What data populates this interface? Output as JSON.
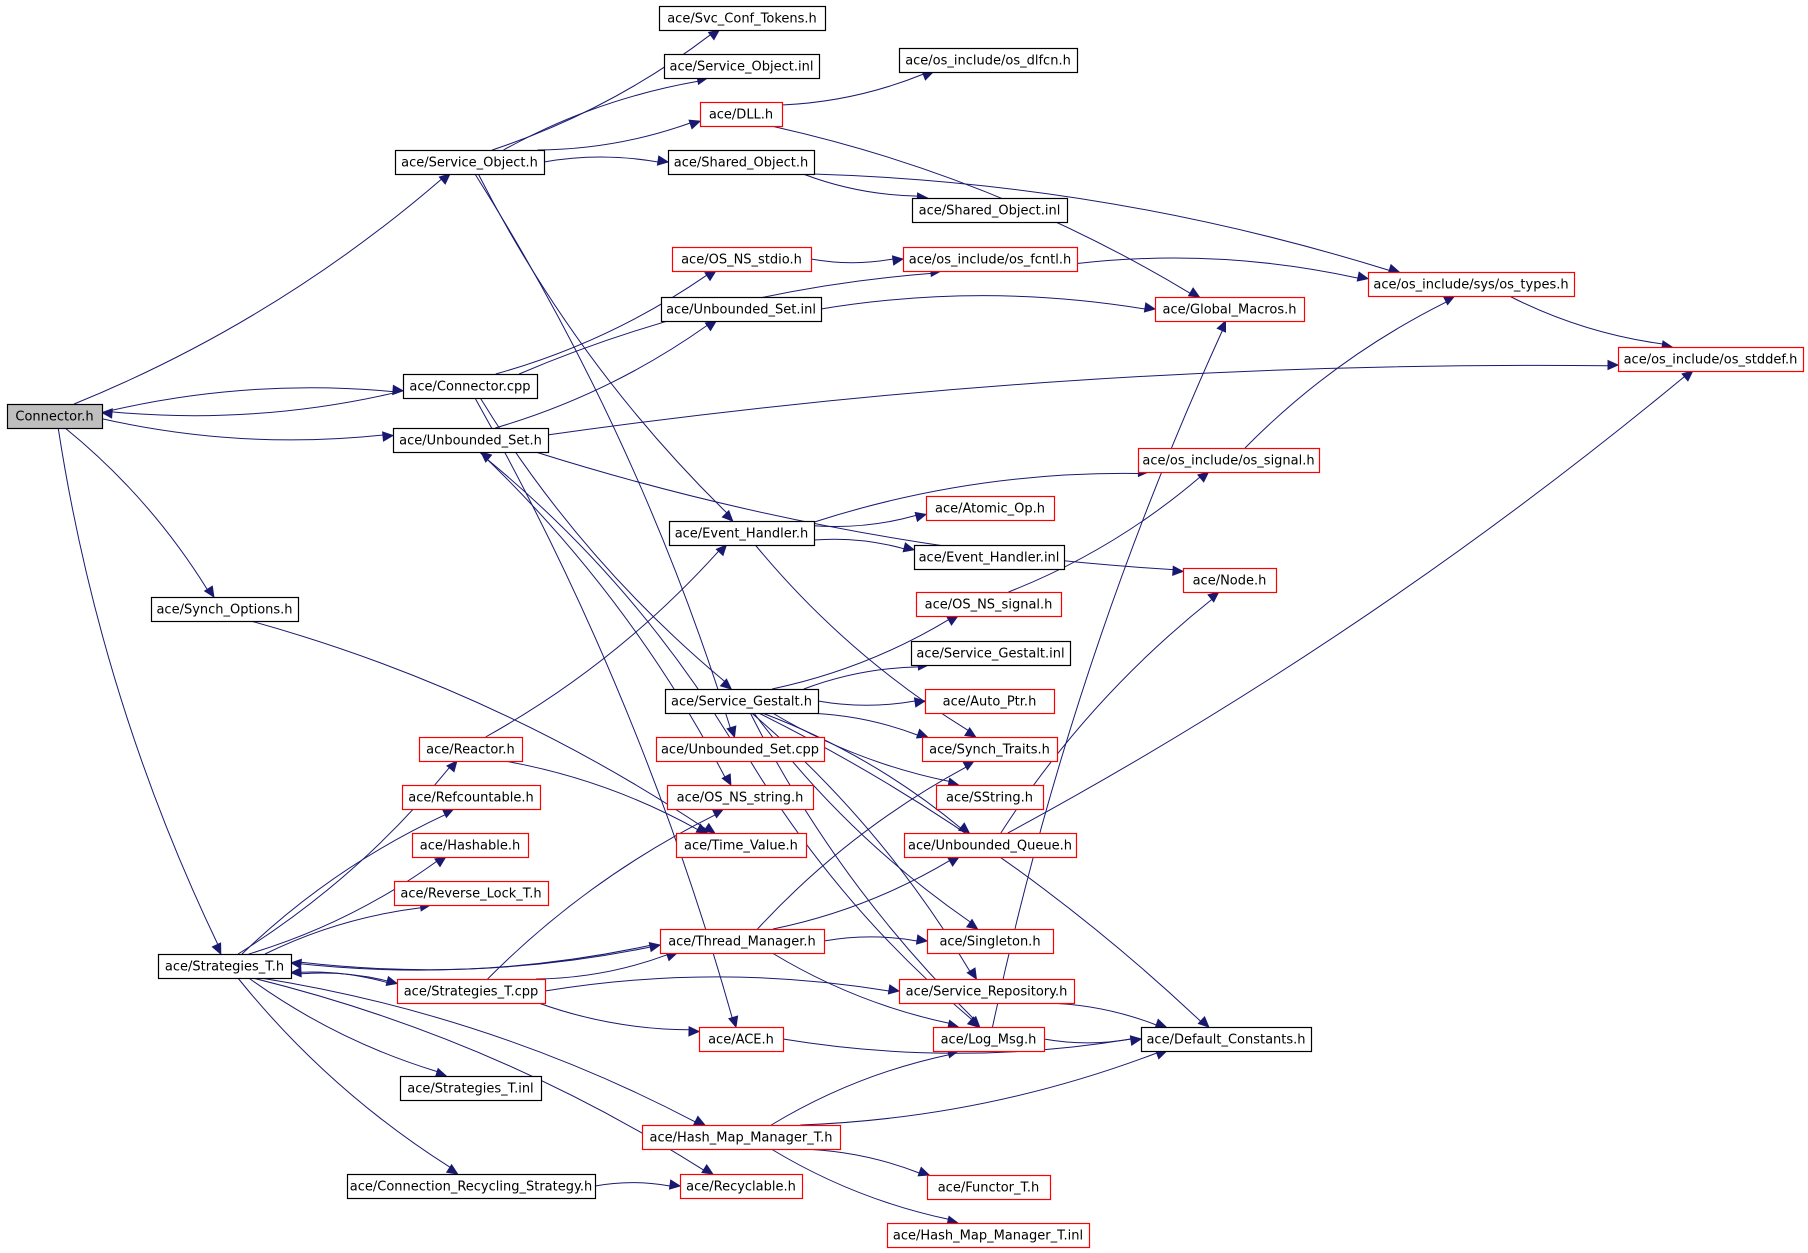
{
  "colors": {
    "edge": "#191970",
    "border_default": "#000000",
    "border_partial": "#ff0000",
    "root_fill": "#bfbfbf",
    "node_fill": "#ffffff"
  },
  "nodes": [
    {
      "id": "connector_h",
      "label": "Connector.h",
      "style": "root"
    },
    {
      "id": "svc_conf_tokens",
      "label": "ace/Svc_Conf_Tokens.h",
      "style": "normal"
    },
    {
      "id": "service_object_inl",
      "label": "ace/Service_Object.inl",
      "style": "normal"
    },
    {
      "id": "os_dlfcn",
      "label": "ace/os_include/os_dlfcn.h",
      "style": "normal"
    },
    {
      "id": "dll_h",
      "label": "ace/DLL.h",
      "style": "red"
    },
    {
      "id": "service_object_h",
      "label": "ace/Service_Object.h",
      "style": "normal"
    },
    {
      "id": "shared_object_h",
      "label": "ace/Shared_Object.h",
      "style": "normal"
    },
    {
      "id": "shared_object_inl",
      "label": "ace/Shared_Object.inl",
      "style": "normal"
    },
    {
      "id": "os_ns_stdio",
      "label": "ace/OS_NS_stdio.h",
      "style": "red"
    },
    {
      "id": "os_fcntl",
      "label": "ace/os_include/os_fcntl.h",
      "style": "red"
    },
    {
      "id": "os_types",
      "label": "ace/os_include/sys/os_types.h",
      "style": "red"
    },
    {
      "id": "unbounded_set_inl",
      "label": "ace/Unbounded_Set.inl",
      "style": "normal"
    },
    {
      "id": "global_macros",
      "label": "ace/Global_Macros.h",
      "style": "red"
    },
    {
      "id": "os_stddef",
      "label": "ace/os_include/os_stddef.h",
      "style": "red"
    },
    {
      "id": "connector_cpp",
      "label": "ace/Connector.cpp",
      "style": "normal"
    },
    {
      "id": "unbounded_set_h",
      "label": "ace/Unbounded_Set.h",
      "style": "normal"
    },
    {
      "id": "os_signal",
      "label": "ace/os_include/os_signal.h",
      "style": "red"
    },
    {
      "id": "atomic_op",
      "label": "ace/Atomic_Op.h",
      "style": "red"
    },
    {
      "id": "event_handler_h",
      "label": "ace/Event_Handler.h",
      "style": "normal"
    },
    {
      "id": "event_handler_inl",
      "label": "ace/Event_Handler.inl",
      "style": "normal"
    },
    {
      "id": "node_h",
      "label": "ace/Node.h",
      "style": "red"
    },
    {
      "id": "synch_options",
      "label": "ace/Synch_Options.h",
      "style": "normal"
    },
    {
      "id": "os_ns_signal",
      "label": "ace/OS_NS_signal.h",
      "style": "red"
    },
    {
      "id": "service_gestalt_inl",
      "label": "ace/Service_Gestalt.inl",
      "style": "normal"
    },
    {
      "id": "service_gestalt_h",
      "label": "ace/Service_Gestalt.h",
      "style": "normal"
    },
    {
      "id": "auto_ptr",
      "label": "ace/Auto_Ptr.h",
      "style": "red"
    },
    {
      "id": "reactor_h",
      "label": "ace/Reactor.h",
      "style": "red"
    },
    {
      "id": "unbounded_set_cpp",
      "label": "ace/Unbounded_Set.cpp",
      "style": "red"
    },
    {
      "id": "synch_traits",
      "label": "ace/Synch_Traits.h",
      "style": "red"
    },
    {
      "id": "refcountable",
      "label": "ace/Refcountable.h",
      "style": "red"
    },
    {
      "id": "os_ns_string",
      "label": "ace/OS_NS_string.h",
      "style": "red"
    },
    {
      "id": "sstring",
      "label": "ace/SString.h",
      "style": "red"
    },
    {
      "id": "hashable",
      "label": "ace/Hashable.h",
      "style": "red"
    },
    {
      "id": "time_value",
      "label": "ace/Time_Value.h",
      "style": "red"
    },
    {
      "id": "unbounded_queue",
      "label": "ace/Unbounded_Queue.h",
      "style": "red"
    },
    {
      "id": "reverse_lock",
      "label": "ace/Reverse_Lock_T.h",
      "style": "red"
    },
    {
      "id": "thread_manager",
      "label": "ace/Thread_Manager.h",
      "style": "red"
    },
    {
      "id": "singleton",
      "label": "ace/Singleton.h",
      "style": "red"
    },
    {
      "id": "strategies_t_h",
      "label": "ace/Strategies_T.h",
      "style": "normal"
    },
    {
      "id": "strategies_t_cpp",
      "label": "ace/Strategies_T.cpp",
      "style": "red"
    },
    {
      "id": "service_repository",
      "label": "ace/Service_Repository.h",
      "style": "red"
    },
    {
      "id": "ace_h",
      "label": "ace/ACE.h",
      "style": "red"
    },
    {
      "id": "log_msg",
      "label": "ace/Log_Msg.h",
      "style": "red"
    },
    {
      "id": "default_constants",
      "label": "ace/Default_Constants.h",
      "style": "normal"
    },
    {
      "id": "strategies_t_inl",
      "label": "ace/Strategies_T.inl",
      "style": "normal"
    },
    {
      "id": "hash_map_manager_h",
      "label": "ace/Hash_Map_Manager_T.h",
      "style": "red"
    },
    {
      "id": "connection_recycling",
      "label": "ace/Connection_Recycling_Strategy.h",
      "style": "normal"
    },
    {
      "id": "recyclable",
      "label": "ace/Recyclable.h",
      "style": "red"
    },
    {
      "id": "functor_t",
      "label": "ace/Functor_T.h",
      "style": "red"
    },
    {
      "id": "hash_map_manager_inl",
      "label": "ace/Hash_Map_Manager_T.inl",
      "style": "red"
    }
  ],
  "edges": [
    [
      "connector_h",
      "service_object_h"
    ],
    [
      "connector_h",
      "connector_cpp"
    ],
    [
      "connector_h",
      "unbounded_set_h"
    ],
    [
      "connector_h",
      "synch_options"
    ],
    [
      "connector_h",
      "strategies_t_h"
    ],
    [
      "connector_cpp",
      "connector_h"
    ],
    [
      "connector_cpp",
      "os_ns_stdio"
    ],
    [
      "connector_cpp",
      "os_fcntl"
    ],
    [
      "connector_cpp",
      "service_gestalt_h"
    ],
    [
      "connector_cpp",
      "ace_h"
    ],
    [
      "service_object_h",
      "svc_conf_tokens"
    ],
    [
      "service_object_h",
      "service_object_inl"
    ],
    [
      "service_object_h",
      "dll_h"
    ],
    [
      "service_object_h",
      "shared_object_h"
    ],
    [
      "service_object_h",
      "event_handler_h"
    ],
    [
      "service_object_h",
      "unbounded_set_cpp"
    ],
    [
      "dll_h",
      "os_dlfcn"
    ],
    [
      "dll_h",
      "global_macros"
    ],
    [
      "shared_object_h",
      "shared_object_inl"
    ],
    [
      "shared_object_h",
      "os_types"
    ],
    [
      "os_ns_stdio",
      "os_fcntl"
    ],
    [
      "os_fcntl",
      "os_types"
    ],
    [
      "os_types",
      "os_stddef"
    ],
    [
      "unbounded_set_inl",
      "global_macros"
    ],
    [
      "unbounded_set_h",
      "unbounded_set_inl"
    ],
    [
      "unbounded_set_h",
      "os_stddef"
    ],
    [
      "unbounded_set_h",
      "node_h"
    ],
    [
      "unbounded_set_h",
      "os_ns_string"
    ],
    [
      "unbounded_set_cpp",
      "unbounded_set_h"
    ],
    [
      "event_handler_h",
      "os_signal"
    ],
    [
      "event_handler_h",
      "atomic_op"
    ],
    [
      "event_handler_h",
      "event_handler_inl"
    ],
    [
      "event_handler_h",
      "synch_traits"
    ],
    [
      "os_signal",
      "os_types"
    ],
    [
      "os_ns_signal",
      "os_signal"
    ],
    [
      "synch_options",
      "time_value"
    ],
    [
      "service_gestalt_h",
      "os_ns_signal"
    ],
    [
      "service_gestalt_h",
      "service_gestalt_inl"
    ],
    [
      "service_gestalt_h",
      "auto_ptr"
    ],
    [
      "service_gestalt_h",
      "synch_traits"
    ],
    [
      "service_gestalt_h",
      "sstring"
    ],
    [
      "service_gestalt_h",
      "unbounded_queue"
    ],
    [
      "service_gestalt_h",
      "singleton"
    ],
    [
      "service_gestalt_h",
      "service_repository"
    ],
    [
      "service_gestalt_h",
      "log_msg"
    ],
    [
      "service_gestalt_h",
      "default_constants"
    ],
    [
      "reactor_h",
      "event_handler_h"
    ],
    [
      "reactor_h",
      "time_value"
    ],
    [
      "unbounded_set_cpp",
      "log_msg"
    ],
    [
      "unbounded_queue",
      "node_h"
    ],
    [
      "unbounded_queue",
      "os_stddef"
    ],
    [
      "thread_manager",
      "synch_traits"
    ],
    [
      "thread_manager",
      "unbounded_queue"
    ],
    [
      "thread_manager",
      "singleton"
    ],
    [
      "thread_manager",
      "log_msg"
    ],
    [
      "thread_manager",
      "strategies_t_h"
    ],
    [
      "strategies_t_h",
      "reactor_h"
    ],
    [
      "strategies_t_h",
      "refcountable"
    ],
    [
      "strategies_t_h",
      "hashable"
    ],
    [
      "strategies_t_h",
      "reverse_lock"
    ],
    [
      "strategies_t_h",
      "thread_manager"
    ],
    [
      "strategies_t_h",
      "strategies_t_cpp"
    ],
    [
      "strategies_t_h",
      "strategies_t_inl"
    ],
    [
      "strategies_t_h",
      "hash_map_manager_h"
    ],
    [
      "strategies_t_h",
      "connection_recycling"
    ],
    [
      "strategies_t_h",
      "recyclable"
    ],
    [
      "strategies_t_cpp",
      "strategies_t_h"
    ],
    [
      "strategies_t_cpp",
      "os_ns_string"
    ],
    [
      "strategies_t_cpp",
      "thread_manager"
    ],
    [
      "strategies_t_cpp",
      "service_repository"
    ],
    [
      "strategies_t_cpp",
      "ace_h"
    ],
    [
      "service_repository",
      "default_constants"
    ],
    [
      "ace_h",
      "default_constants"
    ],
    [
      "log_msg",
      "global_macros"
    ],
    [
      "log_msg",
      "default_constants"
    ],
    [
      "hash_map_manager_h",
      "log_msg"
    ],
    [
      "hash_map_manager_h",
      "default_constants"
    ],
    [
      "hash_map_manager_h",
      "functor_t"
    ],
    [
      "hash_map_manager_h",
      "hash_map_manager_inl"
    ],
    [
      "connection_recycling",
      "recyclable"
    ]
  ]
}
